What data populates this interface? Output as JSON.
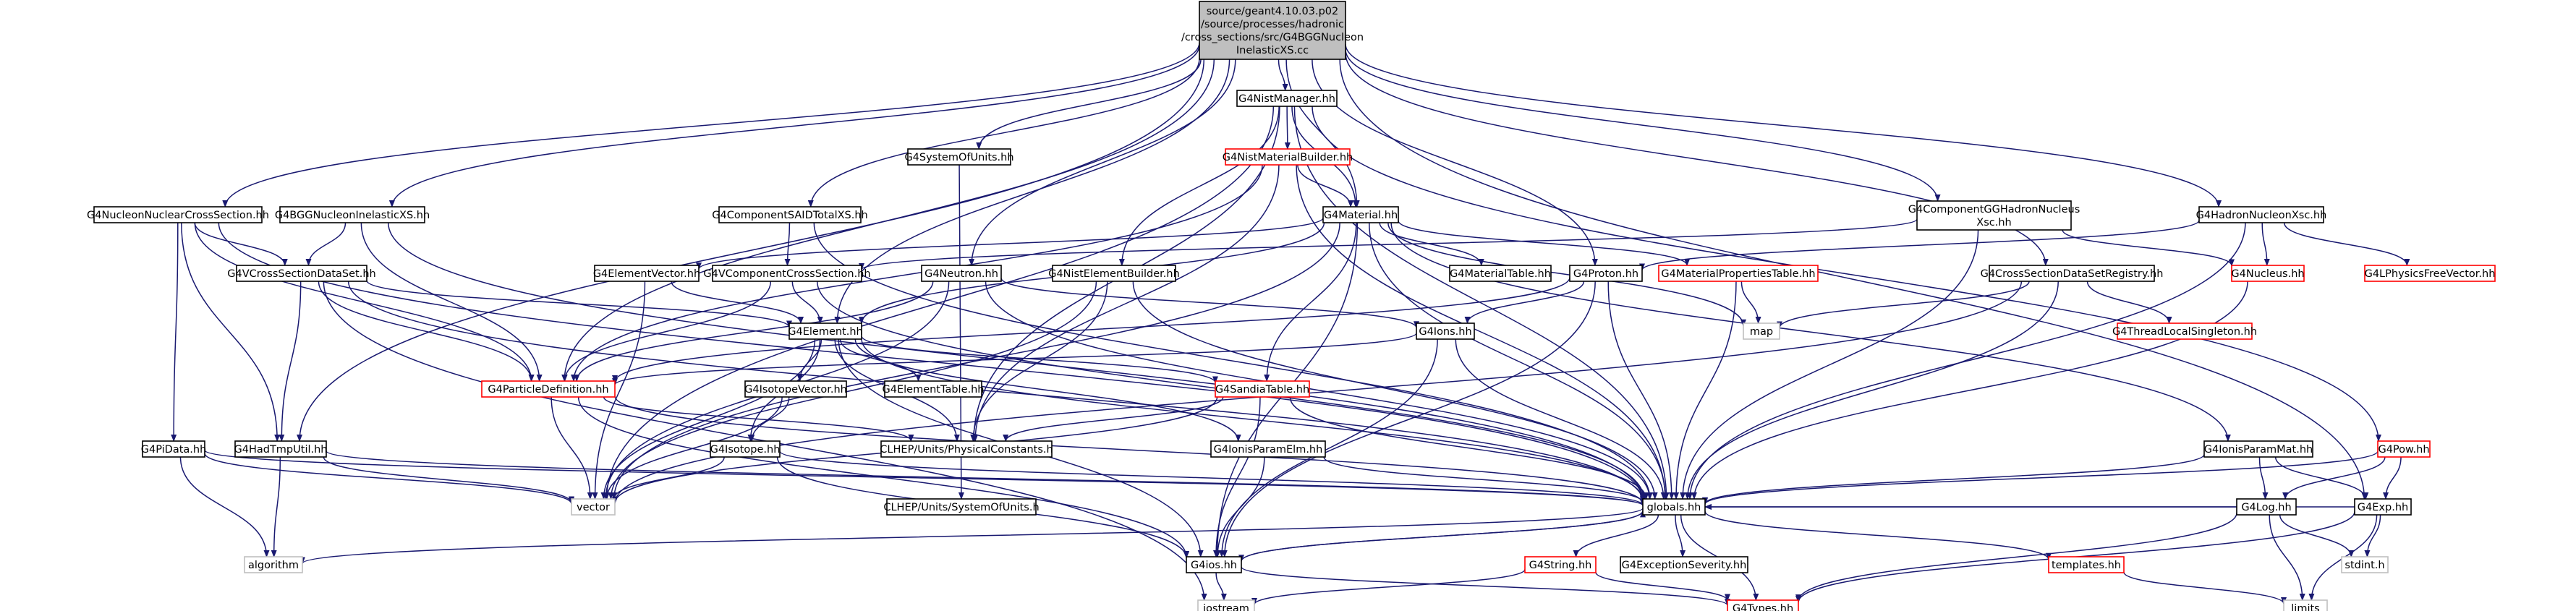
{
  "colors": {
    "edge": "#191970",
    "border_black": "#000000",
    "border_red": "#ff0000",
    "border_gray": "#bfbfbf",
    "root_fill": "#bfbfbf",
    "fill": "#ffffff",
    "text": "#000000"
  },
  "nodes": [
    {
      "id": "root",
      "lines": [
        "source/geant4.10.03.p02",
        "/source/processes/hadronic",
        "/cross_sections/src/G4BGGNucleon",
        "InelasticXS.cc"
      ],
      "style": "root"
    },
    {
      "id": "nistmgr",
      "lines": [
        "G4NistManager.hh"
      ],
      "style": "black"
    },
    {
      "id": "nistmatb",
      "lines": [
        "G4NistMaterialBuilder.hh"
      ],
      "style": "red"
    },
    {
      "id": "sysunits",
      "lines": [
        "G4SystemOfUnits.hh"
      ],
      "style": "black"
    },
    {
      "id": "nucnuccs",
      "lines": [
        "G4NucleonNuclearCrossSection.hh"
      ],
      "style": "black"
    },
    {
      "id": "bggxs",
      "lines": [
        "G4BGGNucleonInelasticXS.hh"
      ],
      "style": "black"
    },
    {
      "id": "compsaid",
      "lines": [
        "G4ComponentSAIDTotalXS.hh"
      ],
      "style": "black"
    },
    {
      "id": "material",
      "lines": [
        "G4Material.hh"
      ],
      "style": "black"
    },
    {
      "id": "compgg",
      "lines": [
        "G4ComponentGGHadronNucleus",
        "Xsc.hh"
      ],
      "style": "black"
    },
    {
      "id": "hadnucxsc",
      "lines": [
        "G4HadronNucleonXsc.hh"
      ],
      "style": "black"
    },
    {
      "id": "vcsds",
      "lines": [
        "G4VCrossSectionDataSet.hh"
      ],
      "style": "black"
    },
    {
      "id": "elemvec",
      "lines": [
        "G4ElementVector.hh"
      ],
      "style": "black"
    },
    {
      "id": "vcompcs",
      "lines": [
        "G4VComponentCrossSection.hh"
      ],
      "style": "black"
    },
    {
      "id": "neutron",
      "lines": [
        "G4Neutron.hh"
      ],
      "style": "black"
    },
    {
      "id": "nistelb",
      "lines": [
        "G4NistElementBuilder.hh"
      ],
      "style": "black"
    },
    {
      "id": "mattable",
      "lines": [
        "G4MaterialTable.hh"
      ],
      "style": "black"
    },
    {
      "id": "proton",
      "lines": [
        "G4Proton.hh"
      ],
      "style": "black"
    },
    {
      "id": "matprop",
      "lines": [
        "G4MaterialPropertiesTable.hh"
      ],
      "style": "red"
    },
    {
      "id": "csdsreg",
      "lines": [
        "G4CrossSectionDataSetRegistry.hh"
      ],
      "style": "black"
    },
    {
      "id": "nucleus",
      "lines": [
        "G4Nucleus.hh"
      ],
      "style": "red"
    },
    {
      "id": "lphys",
      "lines": [
        "G4LPhysicsFreeVector.hh"
      ],
      "style": "red"
    },
    {
      "id": "element",
      "lines": [
        "G4Element.hh"
      ],
      "style": "black"
    },
    {
      "id": "ions",
      "lines": [
        "G4Ions.hh"
      ],
      "style": "black"
    },
    {
      "id": "map",
      "lines": [
        "map"
      ],
      "style": "gray"
    },
    {
      "id": "tls",
      "lines": [
        "G4ThreadLocalSingleton.hh"
      ],
      "style": "red"
    },
    {
      "id": "partdef",
      "lines": [
        "G4ParticleDefinition.hh"
      ],
      "style": "red"
    },
    {
      "id": "isovec",
      "lines": [
        "G4IsotopeVector.hh"
      ],
      "style": "black"
    },
    {
      "id": "elemtable",
      "lines": [
        "G4ElementTable.hh"
      ],
      "style": "black"
    },
    {
      "id": "sandia",
      "lines": [
        "G4SandiaTable.hh"
      ],
      "style": "red"
    },
    {
      "id": "ionsparamelm",
      "lines": [
        "G4IonisParamElm.hh"
      ],
      "style": "black"
    },
    {
      "id": "ionsparammat",
      "lines": [
        "G4IonisParamMat.hh"
      ],
      "style": "black"
    },
    {
      "id": "pow",
      "lines": [
        "G4Pow.hh"
      ],
      "style": "red"
    },
    {
      "id": "pidata",
      "lines": [
        "G4PiData.hh"
      ],
      "style": "black"
    },
    {
      "id": "hadtmp",
      "lines": [
        "G4HadTmpUtil.hh"
      ],
      "style": "black"
    },
    {
      "id": "isotope",
      "lines": [
        "G4Isotope.hh"
      ],
      "style": "black"
    },
    {
      "id": "physconst",
      "lines": [
        "CLHEP/Units/PhysicalConstants.h"
      ],
      "style": "black"
    },
    {
      "id": "clhepunits",
      "lines": [
        "CLHEP/Units/SystemOfUnits.h"
      ],
      "style": "black"
    },
    {
      "id": "vector",
      "lines": [
        "vector"
      ],
      "style": "gray"
    },
    {
      "id": "globals",
      "lines": [
        "globals.hh"
      ],
      "style": "black"
    },
    {
      "id": "log",
      "lines": [
        "G4Log.hh"
      ],
      "style": "black"
    },
    {
      "id": "exp",
      "lines": [
        "G4Exp.hh"
      ],
      "style": "black"
    },
    {
      "id": "algorithm",
      "lines": [
        "algorithm"
      ],
      "style": "gray"
    },
    {
      "id": "ios",
      "lines": [
        "G4ios.hh"
      ],
      "style": "black"
    },
    {
      "id": "string",
      "lines": [
        "G4String.hh"
      ],
      "style": "red"
    },
    {
      "id": "excsev",
      "lines": [
        "G4ExceptionSeverity.hh"
      ],
      "style": "black"
    },
    {
      "id": "templates",
      "lines": [
        "templates.hh"
      ],
      "style": "red"
    },
    {
      "id": "stdint",
      "lines": [
        "stdint.h"
      ],
      "style": "gray"
    },
    {
      "id": "iostream",
      "lines": [
        "iostream"
      ],
      "style": "gray"
    },
    {
      "id": "types",
      "lines": [
        "G4Types.hh"
      ],
      "style": "red"
    },
    {
      "id": "limits",
      "lines": [
        "limits"
      ],
      "style": "gray"
    }
  ],
  "edges": [
    [
      "root",
      "nistmgr"
    ],
    [
      "root",
      "sysunits"
    ],
    [
      "root",
      "nucnuccs"
    ],
    [
      "root",
      "bggxs"
    ],
    [
      "root",
      "compsaid"
    ],
    [
      "root",
      "material"
    ],
    [
      "root",
      "compgg"
    ],
    [
      "root",
      "hadnucxsc"
    ],
    [
      "root",
      "neutron"
    ],
    [
      "root",
      "proton"
    ],
    [
      "root",
      "csdsreg"
    ],
    [
      "root",
      "partdef"
    ],
    [
      "root",
      "element"
    ],
    [
      "root",
      "exp"
    ],
    [
      "root",
      "hadtmp"
    ],
    [
      "nistmgr",
      "nistmatb"
    ],
    [
      "nistmgr",
      "material"
    ],
    [
      "nistmgr",
      "nistelb"
    ],
    [
      "nistmgr",
      "physconst"
    ],
    [
      "nistmgr",
      "globals"
    ],
    [
      "nistmgr",
      "vector"
    ],
    [
      "nistmgr",
      "pow"
    ],
    [
      "nistmatb",
      "material"
    ],
    [
      "nistmatb",
      "globals"
    ],
    [
      "nistmatb",
      "physconst"
    ],
    [
      "nistmatb",
      "partdef"
    ],
    [
      "sysunits",
      "clhepunits"
    ],
    [
      "nucnuccs",
      "vcsds"
    ],
    [
      "nucnuccs",
      "pidata"
    ],
    [
      "nucnuccs",
      "hadtmp"
    ],
    [
      "nucnuccs",
      "partdef"
    ],
    [
      "nucnuccs",
      "globals"
    ],
    [
      "bggxs",
      "vcsds"
    ],
    [
      "bggxs",
      "partdef"
    ],
    [
      "bggxs",
      "globals"
    ],
    [
      "compsaid",
      "vcompcs"
    ],
    [
      "compsaid",
      "globals"
    ],
    [
      "material",
      "elemvec"
    ],
    [
      "material",
      "mattable"
    ],
    [
      "material",
      "matprop"
    ],
    [
      "material",
      "sandia"
    ],
    [
      "material",
      "ionsparammat"
    ],
    [
      "material",
      "globals"
    ],
    [
      "material",
      "ios"
    ],
    [
      "material",
      "vector"
    ],
    [
      "material",
      "element"
    ],
    [
      "material",
      "map"
    ],
    [
      "compgg",
      "vcompcs"
    ],
    [
      "compgg",
      "nucleus"
    ],
    [
      "compgg",
      "globals"
    ],
    [
      "hadnucxsc",
      "nucleus"
    ],
    [
      "hadnucxsc",
      "lphys"
    ],
    [
      "hadnucxsc",
      "proton"
    ],
    [
      "hadnucxsc",
      "globals"
    ],
    [
      "vcsds",
      "element"
    ],
    [
      "vcsds",
      "partdef"
    ],
    [
      "vcsds",
      "globals"
    ],
    [
      "vcsds",
      "iostream"
    ],
    [
      "vcsds",
      "hadtmp"
    ],
    [
      "elemvec",
      "element"
    ],
    [
      "elemvec",
      "vector"
    ],
    [
      "vcompcs",
      "element"
    ],
    [
      "vcompcs",
      "partdef"
    ],
    [
      "vcompcs",
      "globals"
    ],
    [
      "neutron",
      "partdef"
    ],
    [
      "neutron",
      "ions"
    ],
    [
      "neutron",
      "globals"
    ],
    [
      "neutron",
      "vector"
    ],
    [
      "nistelb",
      "physconst"
    ],
    [
      "nistelb",
      "globals"
    ],
    [
      "nistelb",
      "vector"
    ],
    [
      "proton",
      "ions"
    ],
    [
      "proton",
      "partdef"
    ],
    [
      "proton",
      "globals"
    ],
    [
      "proton",
      "ios"
    ],
    [
      "matprop",
      "globals"
    ],
    [
      "matprop",
      "map"
    ],
    [
      "csdsreg",
      "globals"
    ],
    [
      "csdsreg",
      "map"
    ],
    [
      "csdsreg",
      "tls"
    ],
    [
      "csdsreg",
      "vector"
    ],
    [
      "nucleus",
      "globals"
    ],
    [
      "element",
      "isovec"
    ],
    [
      "element",
      "elemtable"
    ],
    [
      "element",
      "isotope"
    ],
    [
      "element",
      "ionsparamelm"
    ],
    [
      "element",
      "globals"
    ],
    [
      "element",
      "ios"
    ],
    [
      "element",
      "vector"
    ],
    [
      "element",
      "physconst"
    ],
    [
      "element",
      "sandia"
    ],
    [
      "ions",
      "partdef"
    ],
    [
      "ions",
      "globals"
    ],
    [
      "ions",
      "ios"
    ],
    [
      "partdef",
      "globals"
    ],
    [
      "partdef",
      "ios"
    ],
    [
      "partdef",
      "vector"
    ],
    [
      "partdef",
      "physconst"
    ],
    [
      "isovec",
      "isotope"
    ],
    [
      "isovec",
      "vector"
    ],
    [
      "sandia",
      "physconst"
    ],
    [
      "sandia",
      "vector"
    ],
    [
      "sandia",
      "ios"
    ],
    [
      "sandia",
      "globals"
    ],
    [
      "ionsparamelm",
      "globals"
    ],
    [
      "ionsparamelm",
      "ios"
    ],
    [
      "ionsparammat",
      "globals"
    ],
    [
      "ionsparammat",
      "log"
    ],
    [
      "ionsparammat",
      "exp"
    ],
    [
      "pow",
      "globals"
    ],
    [
      "pow",
      "log"
    ],
    [
      "pow",
      "exp"
    ],
    [
      "pidata",
      "globals"
    ],
    [
      "pidata",
      "algorithm"
    ],
    [
      "pidata",
      "vector"
    ],
    [
      "hadtmp",
      "globals"
    ],
    [
      "hadtmp",
      "algorithm"
    ],
    [
      "hadtmp",
      "vector"
    ],
    [
      "isotope",
      "globals"
    ],
    [
      "isotope",
      "ios"
    ],
    [
      "isotope",
      "vector"
    ],
    [
      "globals",
      "ios"
    ],
    [
      "globals",
      "string"
    ],
    [
      "globals",
      "excsev"
    ],
    [
      "globals",
      "templates"
    ],
    [
      "globals",
      "types"
    ],
    [
      "globals",
      "algorithm"
    ],
    [
      "log",
      "globals"
    ],
    [
      "log",
      "types"
    ],
    [
      "log",
      "stdint"
    ],
    [
      "log",
      "limits"
    ],
    [
      "exp",
      "globals"
    ],
    [
      "exp",
      "types"
    ],
    [
      "exp",
      "stdint"
    ],
    [
      "exp",
      "limits"
    ],
    [
      "ios",
      "iostream"
    ],
    [
      "ios",
      "types"
    ],
    [
      "ios",
      "globals"
    ],
    [
      "string",
      "types"
    ],
    [
      "string",
      "iostream"
    ],
    [
      "templates",
      "limits"
    ]
  ]
}
